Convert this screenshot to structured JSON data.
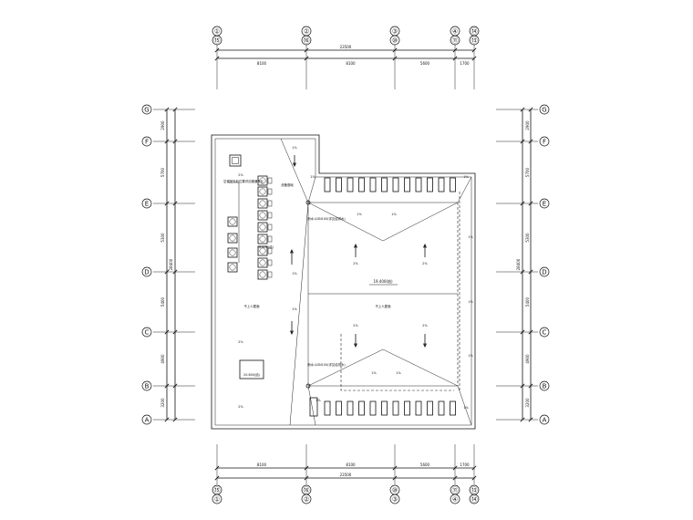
{
  "grid": {
    "top_axes": [
      {
        "top": "①",
        "bottom": "⑮"
      },
      {
        "top": "②",
        "bottom": "⑯"
      },
      {
        "top": "③",
        "bottom": "⑩"
      },
      {
        "top": "④",
        "bottom": "⑪"
      },
      {
        "top": "⑭",
        "bottom": "⑬"
      }
    ],
    "bottom_axes": [
      {
        "top": "⑮",
        "bottom": "①"
      },
      {
        "top": "⑯",
        "bottom": "②"
      },
      {
        "top": "⑩",
        "bottom": "③"
      },
      {
        "top": "⑪",
        "bottom": "④"
      },
      {
        "top": "⑬",
        "bottom": "⑭"
      }
    ],
    "row_axes": [
      "G",
      "F",
      "E",
      "D",
      "C",
      "B",
      "A"
    ],
    "col_spans": [
      "8100",
      "8100",
      "5600",
      "1700"
    ],
    "col_total": "23500",
    "row_spans": [
      "2900",
      "5700",
      "5300",
      "5400",
      "4900",
      "3200"
    ],
    "row_total": "28400"
  },
  "labels": {
    "slope": "1%",
    "slope_2": "2%",
    "elev_main": "19.400(结)",
    "elev_sub": "20.800(结)",
    "elev_small": "18.400(结)",
    "drain": "雨水斗DN100(详见给排水)",
    "no_access": "不上人屋面",
    "no_access_2": "不上人屋面",
    "equip": "设备基础",
    "ac_note": "空调室外机位置详见暖通专业"
  }
}
